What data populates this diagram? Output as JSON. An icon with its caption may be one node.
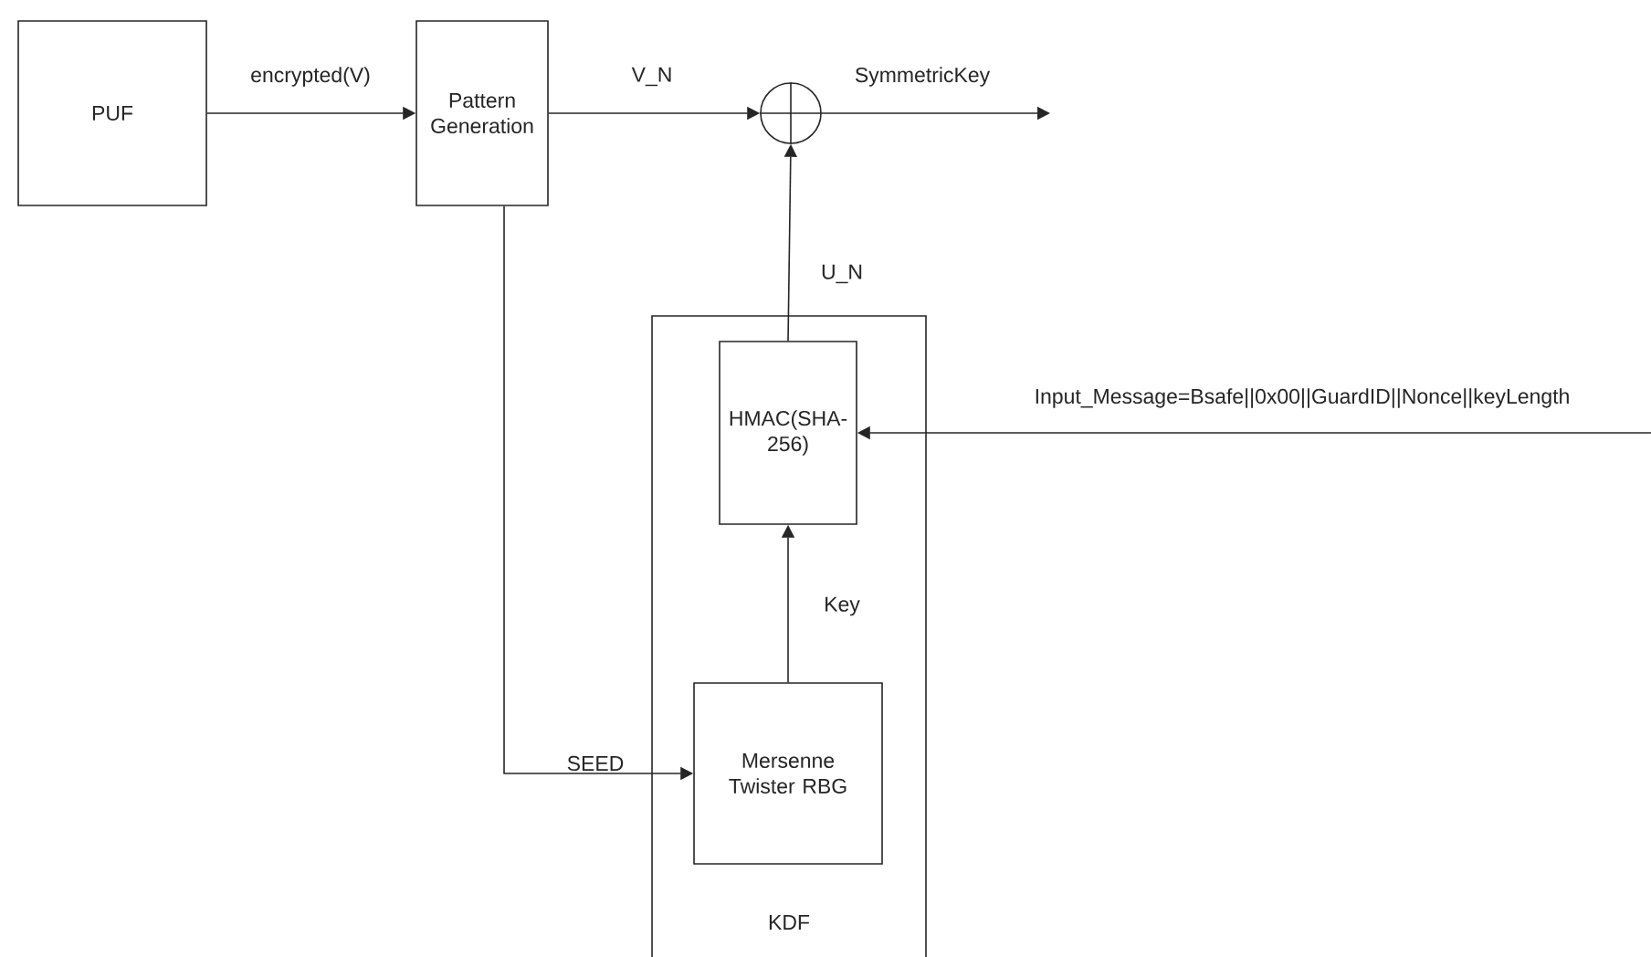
{
  "diagram": {
    "nodes": [
      {
        "text": [
          "PUF"
        ]
      },
      {
        "text": [
          "Pattern Generation"
        ]
      },
      {
        "text": [],
        "shape": "circle"
      },
      {
        "text": [
          "KDF"
        ]
      },
      {
        "text": [
          "HMAC(SHA-256)"
        ],
        "in": 3
      },
      {
        "text": [
          "Mersenne Twister RBG"
        ],
        "in": 3
      }
    ],
    "edges": [
      {
        "from": 0,
        "to": 1,
        "arrow": "to",
        "label": "encrypted(V)"
      },
      {
        "from": 1,
        "to": 2,
        "arrow": "to",
        "label": "V_N"
      },
      {
        "from": 2,
        "to": null,
        "arrow": "to",
        "label": "SymmetricKey"
      },
      {
        "from": 4,
        "to": 2,
        "arrow": "to",
        "label": "U_N"
      },
      {
        "from": 5,
        "to": 4,
        "arrow": "to",
        "label": "Key"
      },
      {
        "from": 1,
        "to": 5,
        "arrow": "to",
        "label": "SEED"
      },
      {
        "from": null,
        "to": 4,
        "arrow": "to",
        "label": "Input_Message=Bsafe||0x00||GuardID||Nonce||keyLength"
      }
    ]
  }
}
